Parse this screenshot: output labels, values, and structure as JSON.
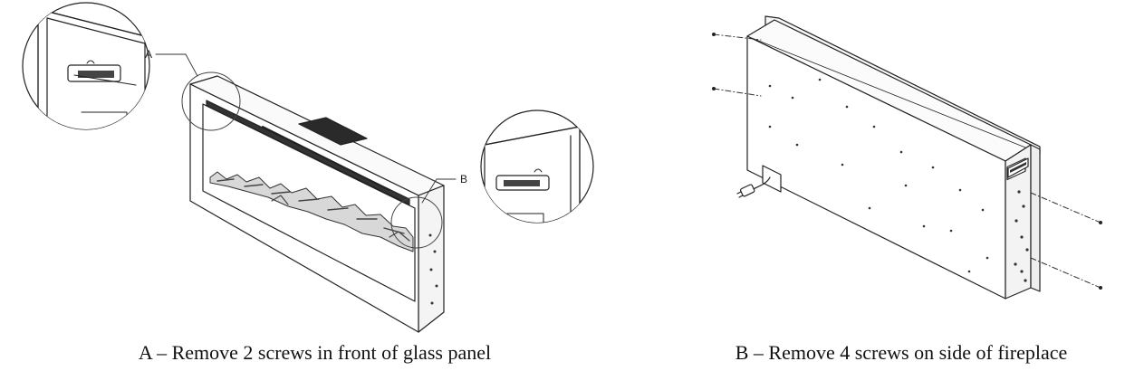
{
  "callouts": {
    "a": "A",
    "b": "B"
  },
  "captions": {
    "a": "A – Remove 2 screws in front of glass panel",
    "b": "B – Remove 4 screws on side of fireplace"
  }
}
